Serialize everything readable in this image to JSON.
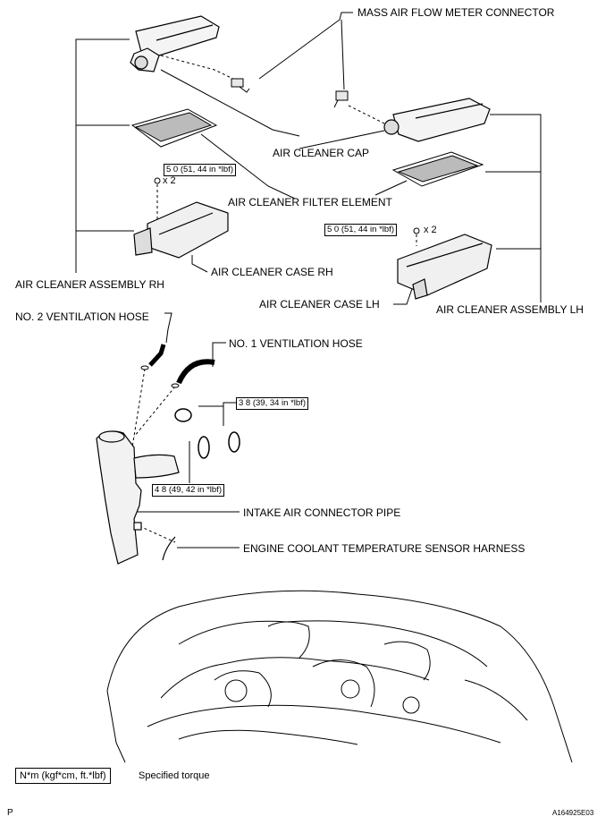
{
  "labels": {
    "maf_connector": "MASS AIR FLOW METER CONNECTOR",
    "air_cleaner_cap": "AIR CLEANER CAP",
    "filter_element": "AIR CLEANER FILTER ELEMENT",
    "case_rh": "AIR CLEANER CASE RH",
    "assembly_rh": "AIR CLEANER ASSEMBLY RH",
    "case_lh": "AIR CLEANER CASE LH",
    "assembly_lh": "AIR CLEANER ASSEMBLY LH",
    "vent_hose_2": "NO. 2 VENTILATION HOSE",
    "vent_hose_1": "NO. 1 VENTILATION HOSE",
    "intake_pipe": "INTAKE AIR CONNECTOR PIPE",
    "ect_harness": "ENGINE COOLANT TEMPERATURE SENSOR HARNESS"
  },
  "torques": {
    "rh_case": "5 0 (51, 44 in *lbf)",
    "lh_case": "5 0 (51, 44 in *lbf)",
    "clamp_upper": "3 8 (39, 34 in *lbf)",
    "clamp_lower": "4 8 (49, 42 in *lbf)"
  },
  "quantities": {
    "rh": "x 2",
    "lh": "x 2"
  },
  "legend": {
    "box": "N*m (kgf*cm, ft.*lbf)",
    "text": "Specified torque"
  },
  "footer": {
    "left": "P",
    "right": "A164925E03"
  }
}
